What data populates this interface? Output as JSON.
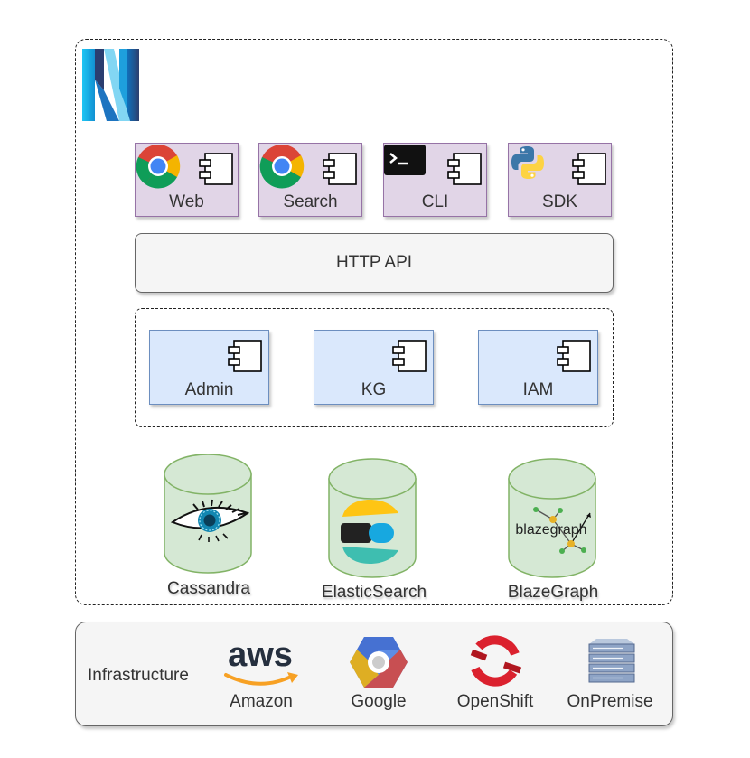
{
  "clients": [
    {
      "label": "Web",
      "icon": "chrome-icon"
    },
    {
      "label": "Search",
      "icon": "chrome-icon"
    },
    {
      "label": "CLI",
      "icon": "terminal-icon"
    },
    {
      "label": "SDK",
      "icon": "python-icon"
    }
  ],
  "api": {
    "label": "HTTP API"
  },
  "services": [
    {
      "label": "Admin",
      "icon": "component-icon"
    },
    {
      "label": "KG",
      "icon": "component-icon"
    },
    {
      "label": "IAM",
      "icon": "component-icon"
    }
  ],
  "stores": [
    {
      "label": "Cassandra",
      "icon": "cassandra-eye-icon"
    },
    {
      "label": "ElasticSearch",
      "icon": "elasticsearch-icon"
    },
    {
      "label": "BlazeGraph",
      "icon": "blazegraph-icon",
      "logo_text": "blazegraph"
    }
  ],
  "infrastructure": {
    "title": "Infrastructure",
    "providers": [
      {
        "label": "Amazon",
        "icon": "aws-icon",
        "logo_text": "aws"
      },
      {
        "label": "Google",
        "icon": "google-cloud-icon"
      },
      {
        "label": "OpenShift",
        "icon": "openshift-icon"
      },
      {
        "label": "OnPremise",
        "icon": "server-rack-icon"
      }
    ]
  },
  "colors": {
    "client_fill": "#e1d5e7",
    "client_border": "#9673a6",
    "service_fill": "#dae8fc",
    "service_border": "#6c8ebf",
    "store_fill": "#d5e8d4",
    "store_border": "#82b366",
    "panel_fill": "#f5f5f5",
    "logo_cyan": "#1bb5ea",
    "logo_navy": "#23396b"
  }
}
